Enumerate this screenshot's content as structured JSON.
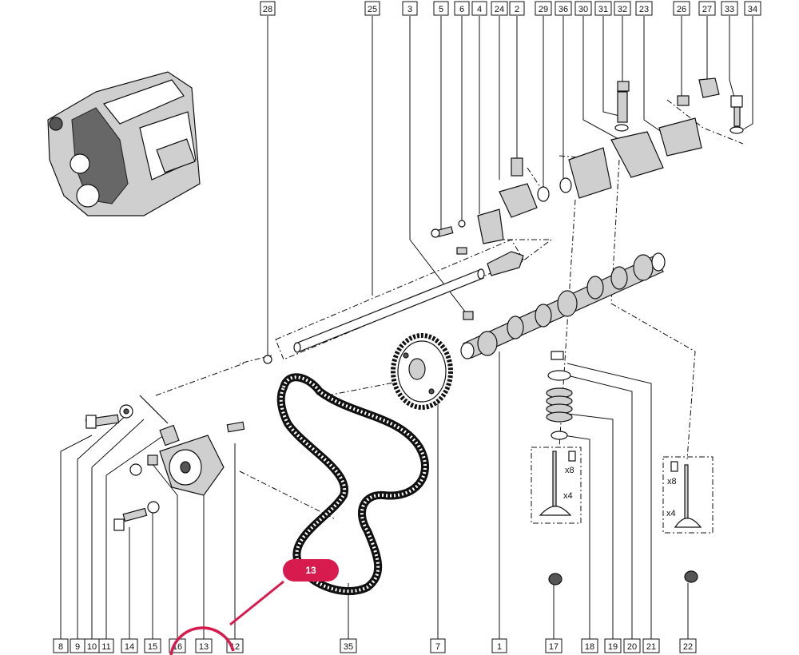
{
  "top_labels": [
    "28",
    "25",
    "3",
    "5",
    "6",
    "4",
    "24",
    "2",
    "29",
    "36",
    "30",
    "31",
    "32",
    "23",
    "26",
    "27",
    "33",
    "34"
  ],
  "bottom_labels": [
    "8",
    "9",
    "10",
    "11",
    "14",
    "15",
    "16",
    "13",
    "12",
    "35",
    "7",
    "1",
    "17",
    "18",
    "19",
    "20",
    "21",
    "22"
  ],
  "quantities": {
    "valve_keeper_intake": "x8",
    "valve_intake_count": "x4",
    "valve_keeper_exhaust": "x8",
    "valve_exhaust_count": "x4"
  },
  "callout": {
    "label": "13",
    "color": "#d81b4e"
  }
}
